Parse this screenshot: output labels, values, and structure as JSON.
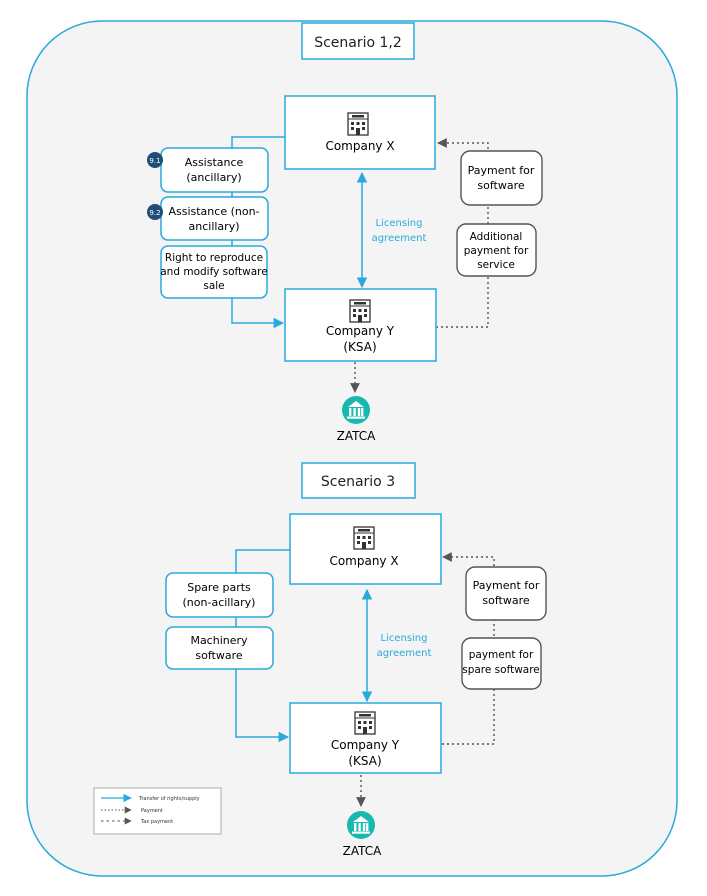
{
  "colors": {
    "accent": "#29a9dc",
    "panel_bg": "#f4f4f4",
    "box_bg": "#ffffff",
    "badge": "#1f4e79",
    "zatca": "#17b8b0",
    "payment_border": "#555555",
    "dotted": "#555555"
  },
  "scenario_12": {
    "title": "Scenario 1,2",
    "company_x": "Company X",
    "company_y": [
      "Company Y",
      "(KSA)"
    ],
    "items": [
      {
        "badge": "9.1",
        "lines": [
          "Assistance",
          "(ancillary)"
        ]
      },
      {
        "badge": "9.2",
        "lines": [
          "Assistance (non-",
          "ancillary)"
        ]
      },
      {
        "badge": "",
        "lines": [
          "Right to reproduce",
          "and modify software",
          "sale"
        ]
      }
    ],
    "licensing": [
      "Licensing",
      "agreement"
    ],
    "payments": [
      {
        "lines": [
          "Payment for",
          "software"
        ]
      },
      {
        "lines": [
          "Additional",
          "payment for",
          "service"
        ]
      }
    ],
    "zatca": "ZATCA"
  },
  "scenario_3": {
    "title": "Scenario 3",
    "company_x": "Company X",
    "company_y": [
      "Company Y",
      "(KSA)"
    ],
    "items": [
      {
        "lines": [
          "Spare parts",
          "(non-acillary)"
        ]
      },
      {
        "lines": [
          "Machinery",
          "software"
        ]
      }
    ],
    "licensing": [
      "Licensing",
      "agreement"
    ],
    "payments": [
      {
        "lines": [
          "Payment for",
          "software"
        ]
      },
      {
        "lines": [
          "payment for",
          "spare software"
        ]
      }
    ],
    "zatca": "ZATCA"
  },
  "legend": {
    "items": [
      {
        "style": "solid-arrow",
        "label": "Transfer of rights/supply"
      },
      {
        "style": "dotted-arrow",
        "label": "Payment"
      },
      {
        "style": "dotted-arrow",
        "label": "Tax payment"
      }
    ]
  },
  "icons": {
    "company": "building-icon",
    "authority": "bank-icon"
  }
}
